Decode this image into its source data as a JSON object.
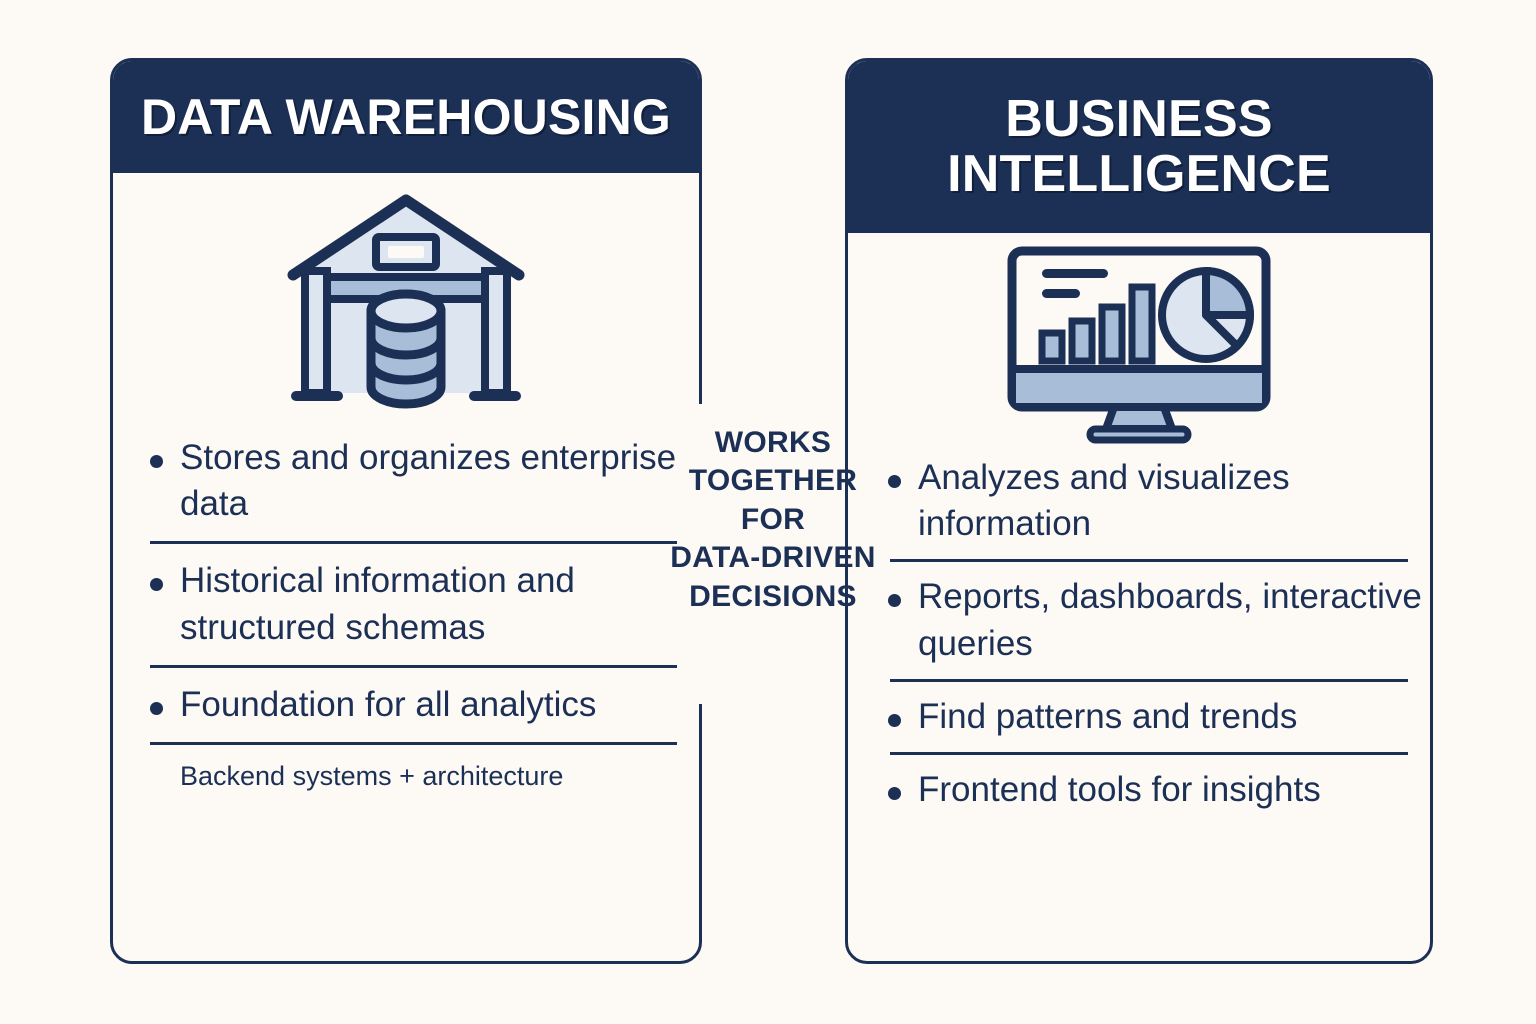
{
  "theme": {
    "background": "#FDF9F4",
    "navy": "#1C3056",
    "icon_fill_light": "#DCE5F0",
    "icon_fill_mid": "#A8BED8",
    "title_text": "#FFFFFF"
  },
  "left_card": {
    "title": "DATA WAREHOUSING",
    "icon": "warehouse-database-icon",
    "bullets": [
      "Stores and organizes enterprise data",
      "Historical information and structured schemas",
      "Foundation for all analytics"
    ],
    "footnote": "Backend systems + architecture"
  },
  "center": {
    "text": "WORKS\nTOGETHER\nFOR\nDATA-DRIVEN\nDECISIONS"
  },
  "right_card": {
    "title": "BUSINESS\nINTELLIGENCE",
    "icon": "monitor-dashboard-icon",
    "bullets": [
      "Analyzes and visualizes information",
      "Reports, dashboards, interactive queries",
      "Find patterns and trends",
      "Frontend tools for insights"
    ]
  }
}
